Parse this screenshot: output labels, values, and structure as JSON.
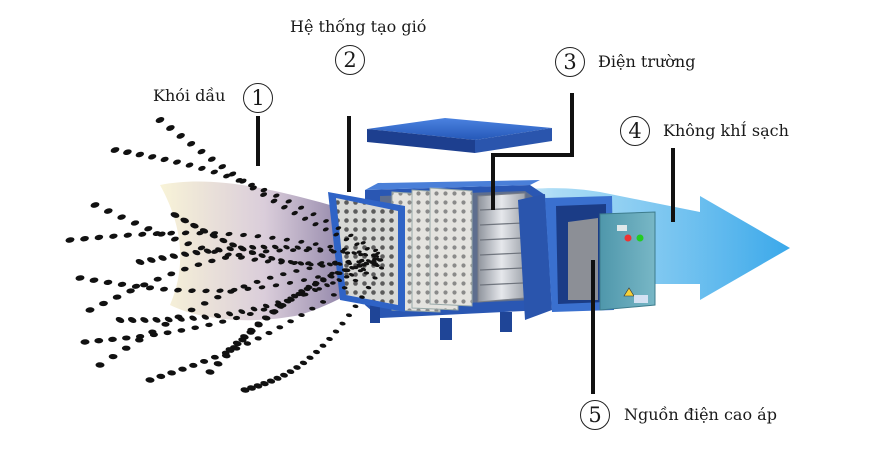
{
  "labels": [
    {
      "id": "1",
      "number": "1",
      "text": "Khói dầu"
    },
    {
      "id": "2",
      "number": "2",
      "text": "Hệ thống tạo gió"
    },
    {
      "id": "3",
      "number": "3",
      "text": "Điện trường"
    },
    {
      "id": "4",
      "number": "4",
      "text": "Không khÍ sạch"
    },
    {
      "id": "5",
      "number": "5",
      "text": "Nguồn điện cao áp"
    }
  ],
  "icons": {
    "smoke": "oil-smoke-particles",
    "fan": "fan-system-filter-panel",
    "field": "electric-field-plates",
    "air": "clean-air-arrow",
    "power": "high-voltage-power-box",
    "lid": "top-cover-panel"
  },
  "colors": {
    "unit_blue": "#2f63c6",
    "unit_dark": "#1d3f8f",
    "panel_silver": "#c9ccd2",
    "airflow": "#4fb4ec",
    "smoke_dot": "#111111",
    "leader_line": "#111111",
    "power_box": "#5da5b8"
  }
}
